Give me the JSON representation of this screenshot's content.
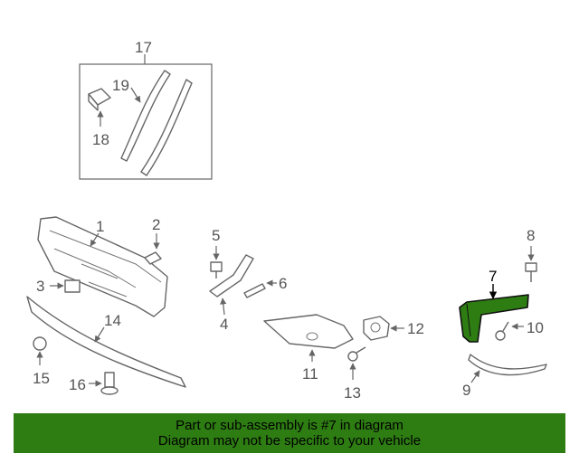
{
  "callouts": {
    "c1": "1",
    "c2": "2",
    "c3": "3",
    "c4": "4",
    "c5": "5",
    "c6": "6",
    "c7": "7",
    "c8": "8",
    "c9": "9",
    "c10": "10",
    "c11": "11",
    "c12": "12",
    "c13": "13",
    "c14": "14",
    "c15": "15",
    "c16": "16",
    "c17": "17",
    "c18": "18",
    "c19": "19"
  },
  "highlight": {
    "part": "7",
    "color": "#2e7d13"
  },
  "banner": {
    "line1": "Part or sub-assembly is #7 in diagram",
    "line2": "Diagram may not be specific to your vehicle",
    "background": "#2e7d13"
  }
}
